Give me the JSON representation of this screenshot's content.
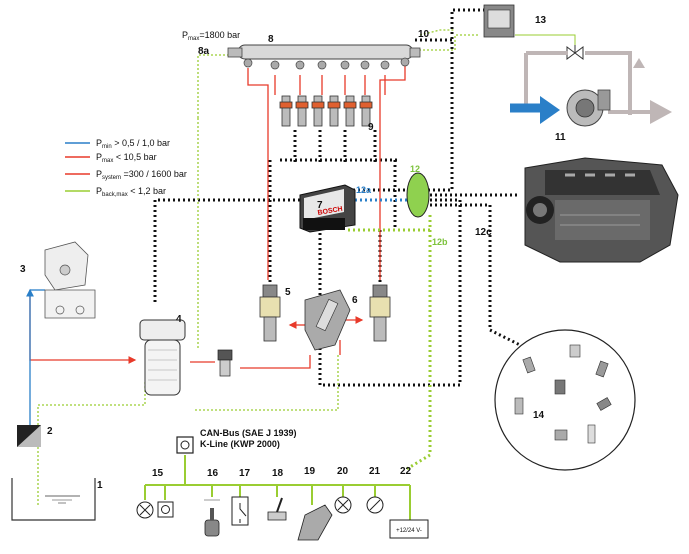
{
  "colors": {
    "low_pressure": "#2a7fc8",
    "feed_pressure": "#e83a2a",
    "system_pressure": "#e83a2a",
    "return_line": "#9acd32",
    "can_bus": "#9acd32",
    "signal": "#000000"
  },
  "pressure_rail": {
    "label": "P",
    "sub": "max",
    "value": "=1800 bar"
  },
  "legend": [
    {
      "main": "P",
      "sub": "min",
      "rest": " > 0,5 / 1,0 bar",
      "color_key": "low_pressure"
    },
    {
      "main": "P",
      "sub": "max",
      "rest": " < 10,5 bar",
      "color_key": "feed_pressure"
    },
    {
      "main": "P",
      "sub": "system",
      "rest": " =300 / 1600 bar",
      "color_key": "system_pressure"
    },
    {
      "main": "P",
      "sub": "back,max",
      "rest": " < 1,2 bar",
      "color_key": "return_line"
    }
  ],
  "bus": {
    "line1": "CAN-Bus (SAE J 1939)",
    "line2": "K-Line (KWP 2000)"
  },
  "battery_label": "+12/24 V-",
  "components": {
    "n1": "1",
    "n2": "2",
    "n3": "3",
    "n4": "4",
    "n5": "5",
    "n6": "6",
    "n7": "7",
    "n8": "8",
    "n8a": "8a",
    "n9": "9",
    "n10": "10",
    "n11": "11",
    "n12": "12",
    "n12a": "12a",
    "n12b": "12b",
    "n12c": "12c",
    "n13": "13",
    "n14": "14",
    "n15": "15",
    "n16": "16",
    "n17": "17",
    "n18": "18",
    "n19": "19",
    "n20": "20",
    "n21": "21",
    "n22": "22"
  },
  "ecu_brand": "BOSCH"
}
